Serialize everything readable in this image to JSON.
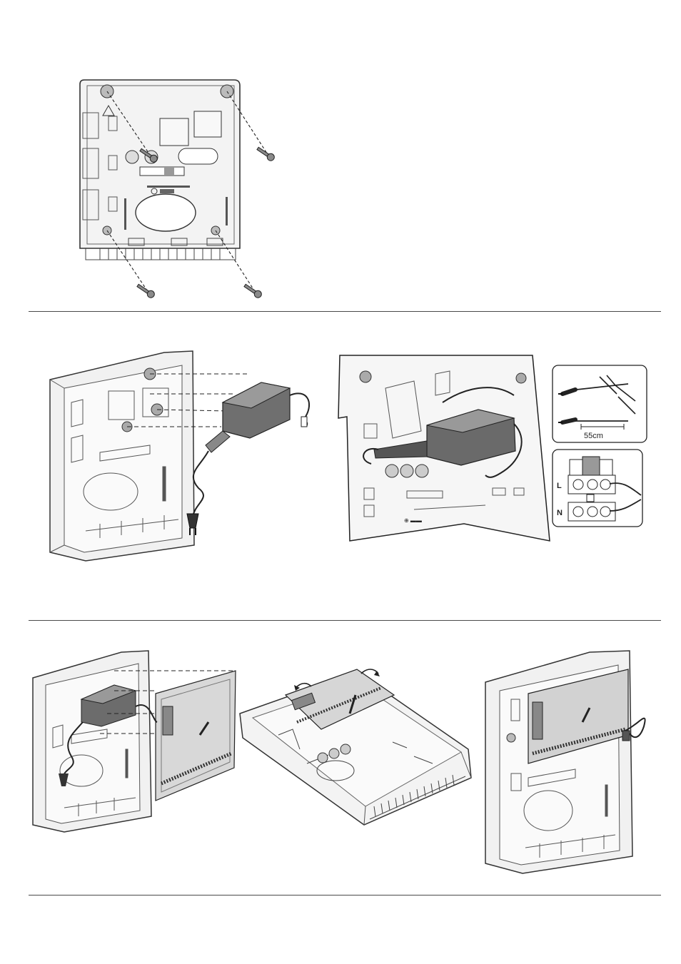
{
  "steps": [
    {
      "id": "mount-base",
      "figure": "wall-mounting-screws"
    },
    {
      "id": "power-supply",
      "figure": "power-supply-install",
      "callouts": {
        "cable_length": "55cm",
        "terminal_live": "L",
        "terminal_neutral": "N"
      }
    },
    {
      "id": "control-board",
      "figure": "pcb-install"
    }
  ],
  "icons": [
    "screw-icon",
    "power-plug-icon",
    "wire-cutter-icon",
    "terminal-block-icon",
    "warning-triangle-icon"
  ],
  "colors": {
    "line": "#333333",
    "shade": "#9a9a9a",
    "light": "#e6e6e6"
  }
}
